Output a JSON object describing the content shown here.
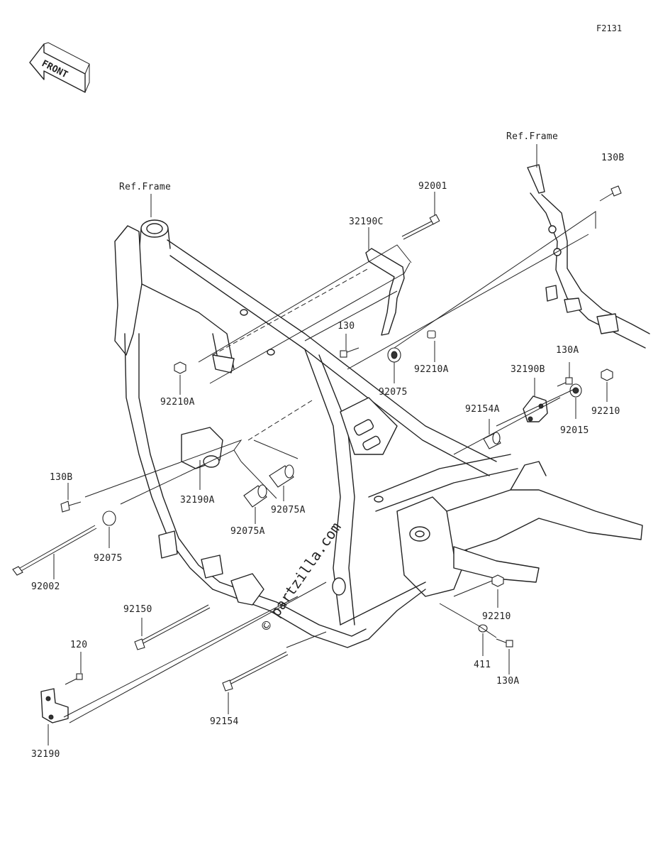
{
  "figure_code": "F2131",
  "front_badge": "FRONT",
  "ref_labels": [
    "Ref.Frame",
    "Ref.Frame"
  ],
  "watermark": "© partzilla.com",
  "callouts": [
    {
      "id": "92001",
      "label": "92001"
    },
    {
      "id": "32190C",
      "label": "32190C"
    },
    {
      "id": "130B-right",
      "label": "130B"
    },
    {
      "id": "130",
      "label": "130"
    },
    {
      "id": "92210A-top",
      "label": "92210A"
    },
    {
      "id": "92075-top",
      "label": "92075"
    },
    {
      "id": "92210A-left",
      "label": "92210A"
    },
    {
      "id": "130A-top",
      "label": "130A"
    },
    {
      "id": "32190B",
      "label": "32190B"
    },
    {
      "id": "92154A",
      "label": "92154A"
    },
    {
      "id": "92210-right",
      "label": "92210"
    },
    {
      "id": "92015",
      "label": "92015"
    },
    {
      "id": "130B-left",
      "label": "130B"
    },
    {
      "id": "32190A",
      "label": "32190A"
    },
    {
      "id": "92075A-right",
      "label": "92075A"
    },
    {
      "id": "92075A-left",
      "label": "92075A"
    },
    {
      "id": "92075-left",
      "label": "92075"
    },
    {
      "id": "92002",
      "label": "92002"
    },
    {
      "id": "92150",
      "label": "92150"
    },
    {
      "id": "92210-bottom",
      "label": "92210"
    },
    {
      "id": "120",
      "label": "120"
    },
    {
      "id": "411",
      "label": "411"
    },
    {
      "id": "130A-bottom",
      "label": "130A"
    },
    {
      "id": "92154",
      "label": "92154"
    },
    {
      "id": "32190",
      "label": "32190"
    }
  ]
}
